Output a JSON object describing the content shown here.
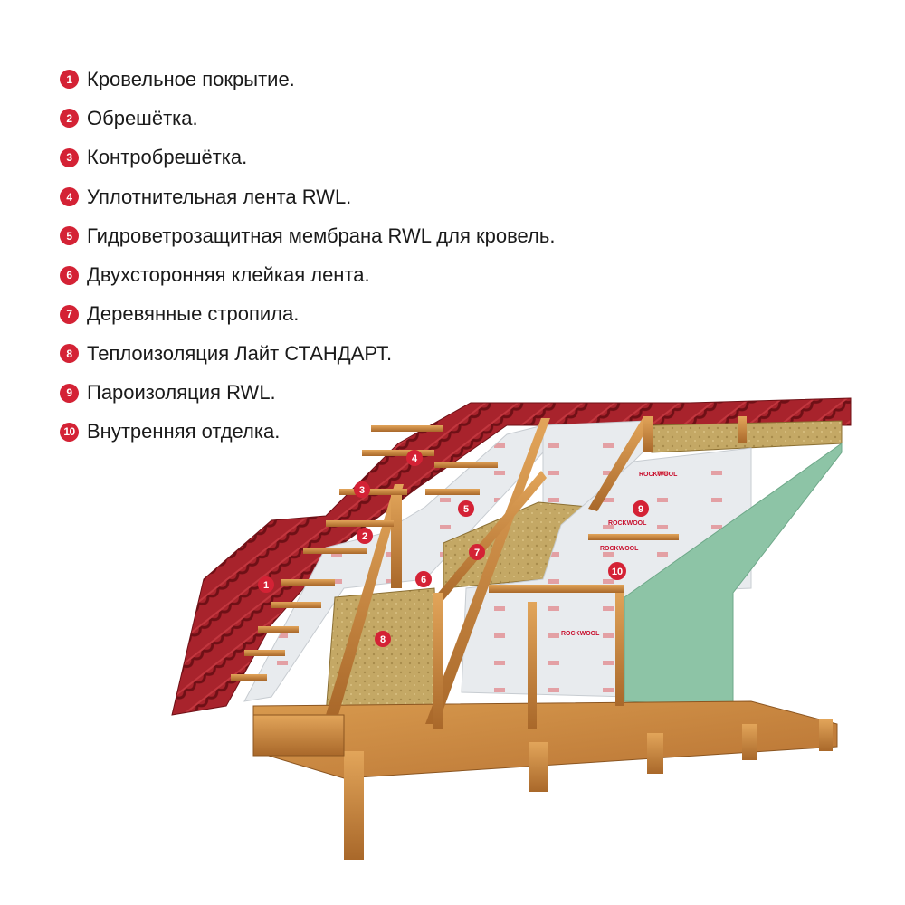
{
  "legend": [
    {
      "num": "1",
      "label": "Кровельное покрытие."
    },
    {
      "num": "2",
      "label": "Обрешётка."
    },
    {
      "num": "3",
      "label": "Контробрешётка."
    },
    {
      "num": "4",
      "label": "Уплотнительная лента RWL."
    },
    {
      "num": "5",
      "label": "Гидроветрозащитная мембрана RWL для кровель."
    },
    {
      "num": "6",
      "label": "Двухсторонняя клейкая лента."
    },
    {
      "num": "7",
      "label": "Деревянные стропила."
    },
    {
      "num": "8",
      "label": "Теплоизоляция Лайт СТАНДАРТ."
    },
    {
      "num": "9",
      "label": "Пароизоляция RWL."
    },
    {
      "num": "10",
      "label": "Внутренняя отделка."
    }
  ],
  "markers": [
    "1",
    "2",
    "3",
    "4",
    "5",
    "6",
    "7",
    "8",
    "9",
    "10"
  ],
  "brand_print": "ROCKWOOL",
  "colors": {
    "accent": "#d42235",
    "roof_tile": "#a8232c",
    "wood": "#c98a3e",
    "insulation": "#c4a865",
    "membrane": "#e9ecef",
    "finish_board": "#8dc4a6"
  }
}
